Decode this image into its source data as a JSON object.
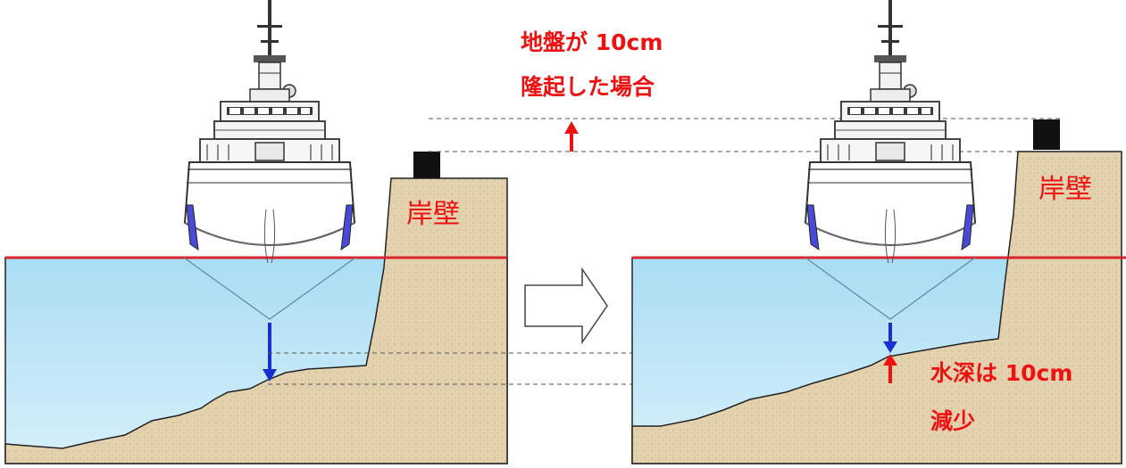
{
  "annotations": {
    "uplift_line1": "地盤が 10cm",
    "uplift_line2": "隆起した場合",
    "depth_line1": "水深は 10cm",
    "depth_line2": "減少"
  },
  "labels": {
    "quay_wall_left": "岸壁",
    "quay_wall_right": "岸壁"
  },
  "colors": {
    "water": "#bfe7f6",
    "waterline": "#d9242a",
    "annotation": "#ee1111",
    "depth_arrow": "#1a2fd0",
    "uplift_arrow": "#ee1111",
    "ground": "#e4d2ae",
    "bollard": "#111111"
  }
}
